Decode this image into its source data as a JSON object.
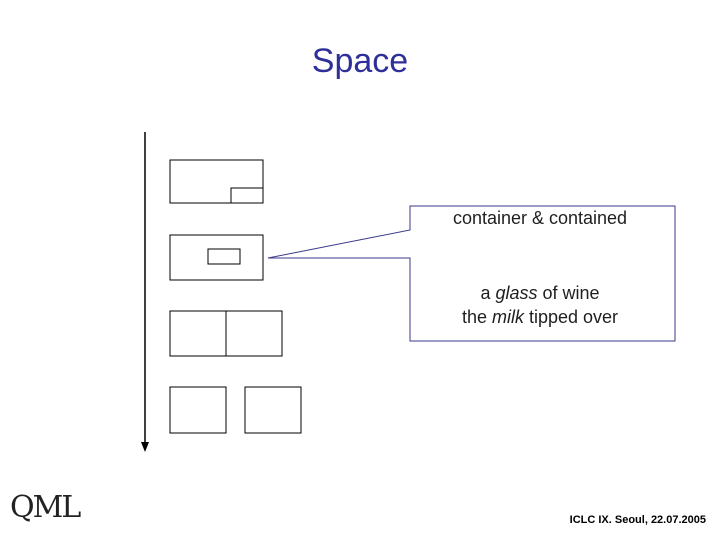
{
  "slide": {
    "title": "Space",
    "footer": "ICLC IX. Seoul, 22.07.2005",
    "logo": "QML"
  },
  "callout": {
    "heading": "container & contained",
    "example_1": {
      "before": "a ",
      "emph": "glass",
      "after": " of wine"
    },
    "example_2": {
      "before": "the ",
      "emph": "milk",
      "after": " tipped over"
    }
  },
  "colors": {
    "title": "#2f2f9a",
    "callout_border": "#3a3a8c",
    "diagram_stroke": "#000000"
  },
  "icons": {
    "axis": "down-arrow-icon",
    "relations": [
      "corner-contained-icon",
      "center-contained-icon",
      "adjacent-boxes-icon",
      "separate-boxes-icon"
    ]
  }
}
